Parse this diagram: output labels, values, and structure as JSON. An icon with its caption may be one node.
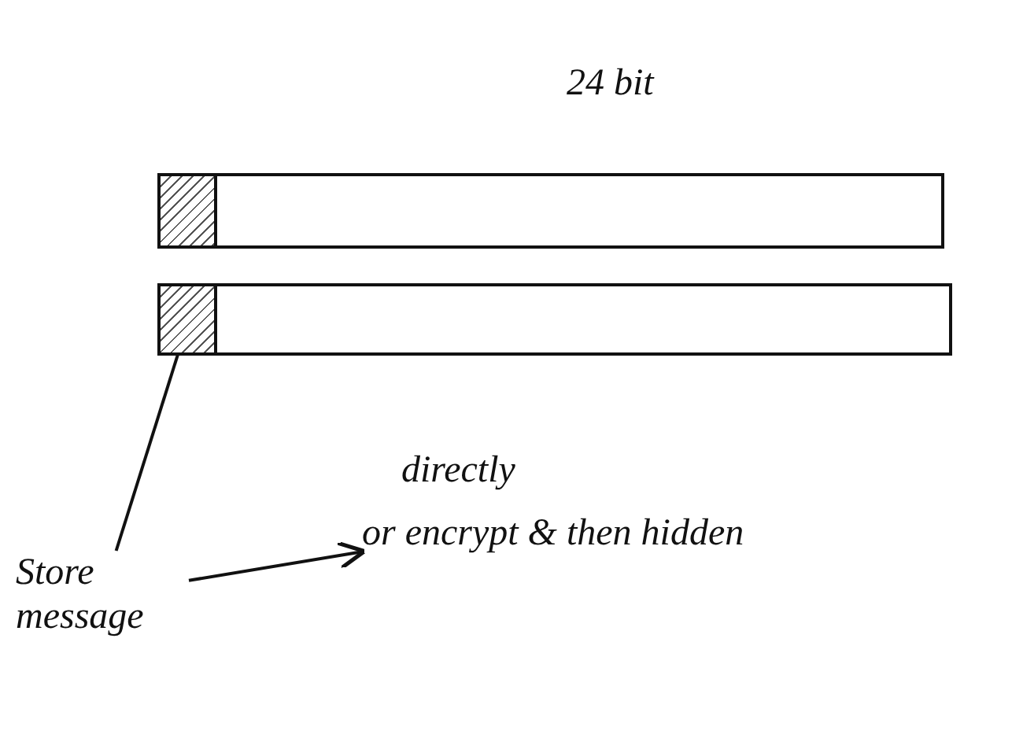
{
  "diagram": {
    "nodes": [
      {
        "text": [],
        "shape": "bar",
        "beside": [
          "24 bit"
        ]
      },
      {
        "text": [],
        "shape": "box",
        "in": 0
      },
      {
        "text": [],
        "shape": "bar"
      },
      {
        "text": [],
        "shape": "box",
        "in": 2
      },
      {
        "text": [
          "Store message"
        ]
      },
      {
        "text": [
          "directly",
          "or encrypt & then hidden"
        ]
      }
    ],
    "edges": [
      {
        "from": 4,
        "to": 3,
        "arrow": "none"
      },
      {
        "from": 4,
        "to": 5,
        "arrow": "to"
      }
    ]
  }
}
